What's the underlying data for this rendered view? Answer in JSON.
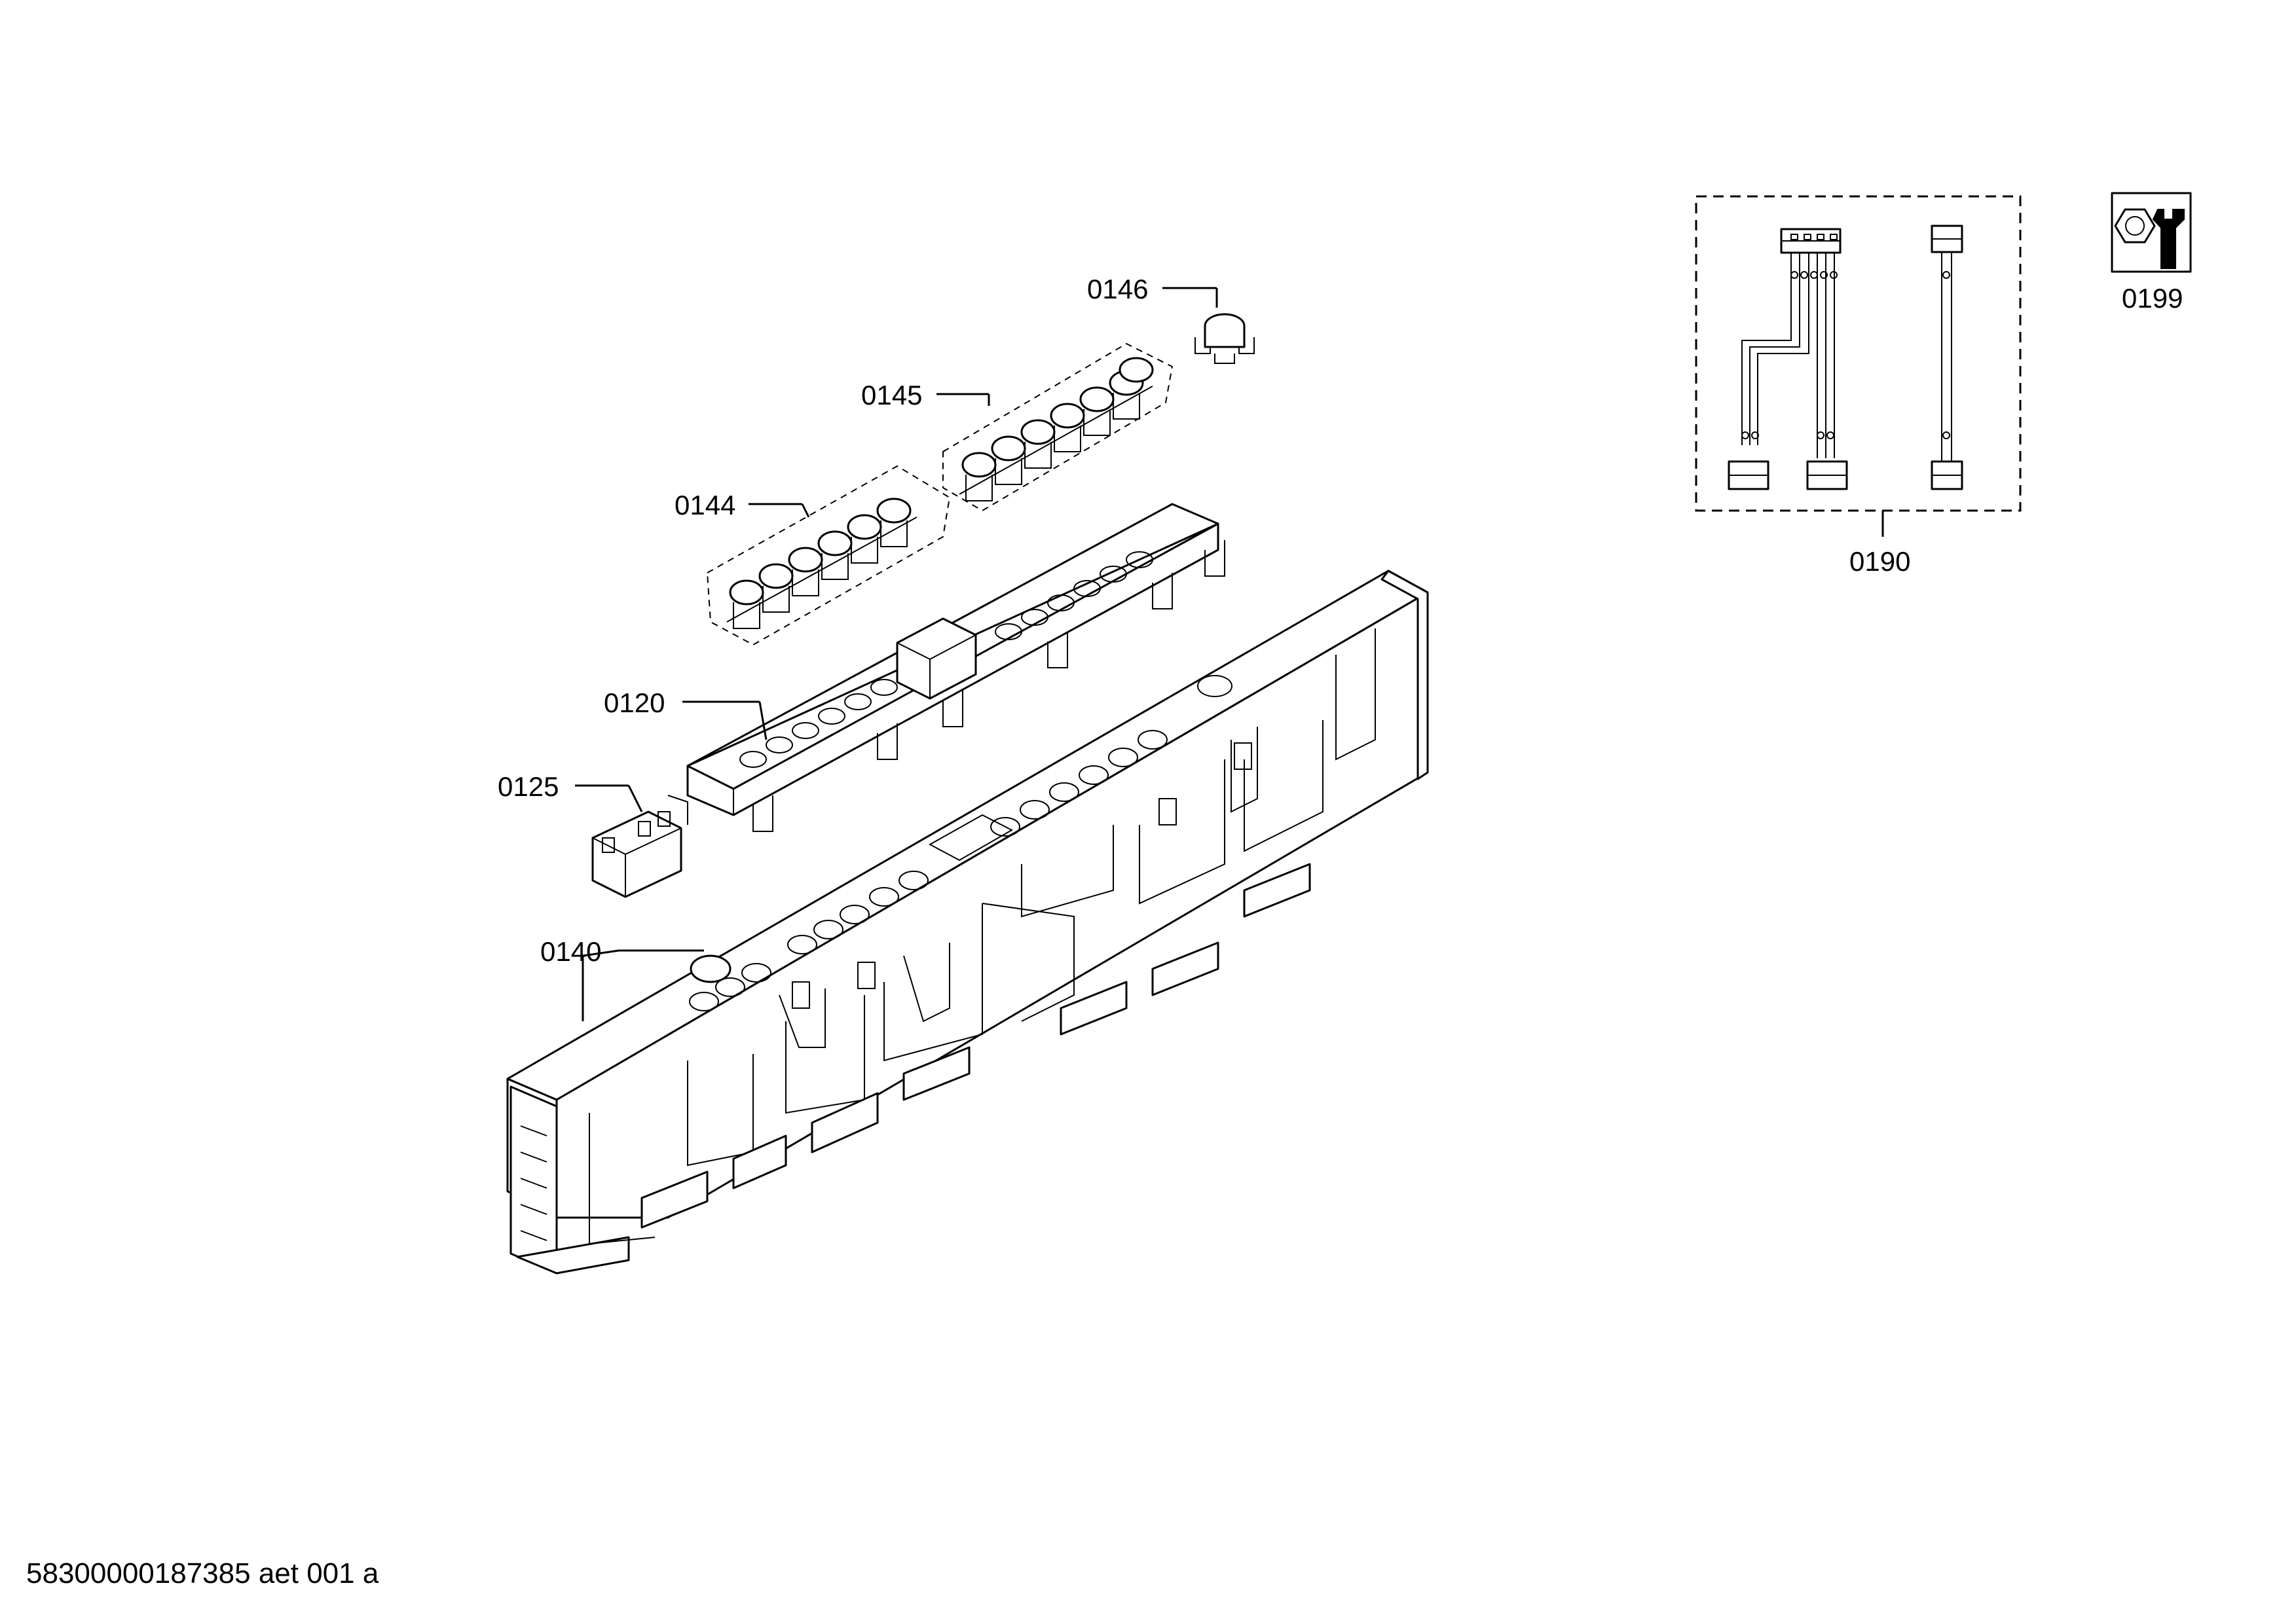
{
  "diagram": {
    "labels": {
      "p0146": "0146",
      "p0145": "0145",
      "p0144": "0144",
      "p0120": "0120",
      "p0125": "0125",
      "p0140": "0140",
      "p0190": "0190",
      "p0199": "0199"
    },
    "footer": "58300000187385 aet 001 a",
    "icons": {
      "service": "wrench-nut-icon"
    }
  }
}
